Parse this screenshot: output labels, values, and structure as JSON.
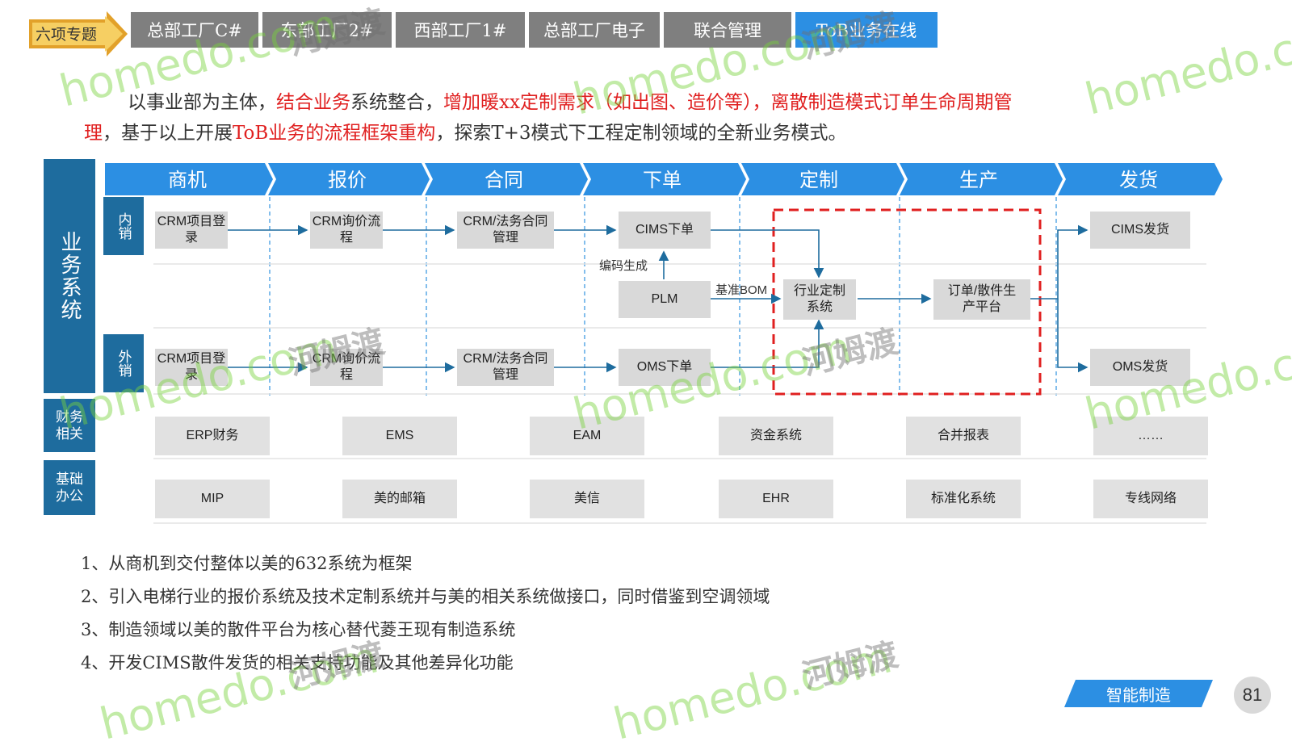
{
  "topic_tag": "六项专题",
  "tabs": [
    {
      "label": "总部工厂C#",
      "active": false
    },
    {
      "label": "东部工厂2#",
      "active": false
    },
    {
      "label": "西部工厂1#",
      "active": false
    },
    {
      "label": "总部工厂电子",
      "active": false
    },
    {
      "label": "联合管理",
      "active": false
    },
    {
      "label": "ToB业务在线",
      "active": true
    }
  ],
  "intro": {
    "p1": "以事业部为主体，",
    "r1": "结合业务",
    "p2": "系统整合，",
    "r2": "增加暖xx定制需求（如出图、造价等），离散制造模式订单生命周期管",
    "r3": "理",
    "p3": "，基于以上开展",
    "r4": "ToB业务的流程框架重构",
    "p4": "，探索T+3模式下工程定制领域的全新业务模式。"
  },
  "side_labels": {
    "business": "业务系统",
    "domestic": "内销",
    "export": "外销",
    "finance": "财务相关",
    "office": "基础办公"
  },
  "stages": [
    "商机",
    "报价",
    "合同",
    "下单",
    "定制",
    "生产",
    "发货"
  ],
  "flow": {
    "domestic": [
      "CRM项目登录",
      "CRM询价流程",
      "CRM/法务合同管理",
      "CIMS下单"
    ],
    "export": [
      "CRM项目登录",
      "CRM询价流程",
      "CRM/法务合同管理",
      "OMS下单"
    ],
    "plm": "PLM",
    "code_gen": "编码生成",
    "bom": "基准BOM",
    "industry": "行业定制系统",
    "production": "订单/散件生产平台",
    "ship_domestic": "CIMS发货",
    "ship_export": "OMS发货"
  },
  "finance_row": [
    "ERP财务",
    "EMS",
    "EAM",
    "资金系统",
    "合并报表",
    "……"
  ],
  "office_row": [
    "MIP",
    "美的邮箱",
    "美信",
    "EHR",
    "标准化系统",
    "专线网络"
  ],
  "notes": [
    "1、从商机到交付整体以美的632系统为框架",
    "2、引入电梯行业的报价系统及技术定制系统并与美的相关系统做接口，同时借鉴到空调领域",
    "3、制造领域以美的散件平台为核心替代菱王现有制造系统",
    "4、开发CIMS散件发货的相关支持功能及其他差异化功能"
  ],
  "footer": {
    "tag": "智能制造",
    "page": "81"
  },
  "watermark": {
    "en": "homedo.com",
    "cn": "河姆渡"
  },
  "colors": {
    "accent": "#2c8fe3",
    "bar": "#1e6c9e",
    "red": "#e02020",
    "box": "#d9d9d9"
  }
}
